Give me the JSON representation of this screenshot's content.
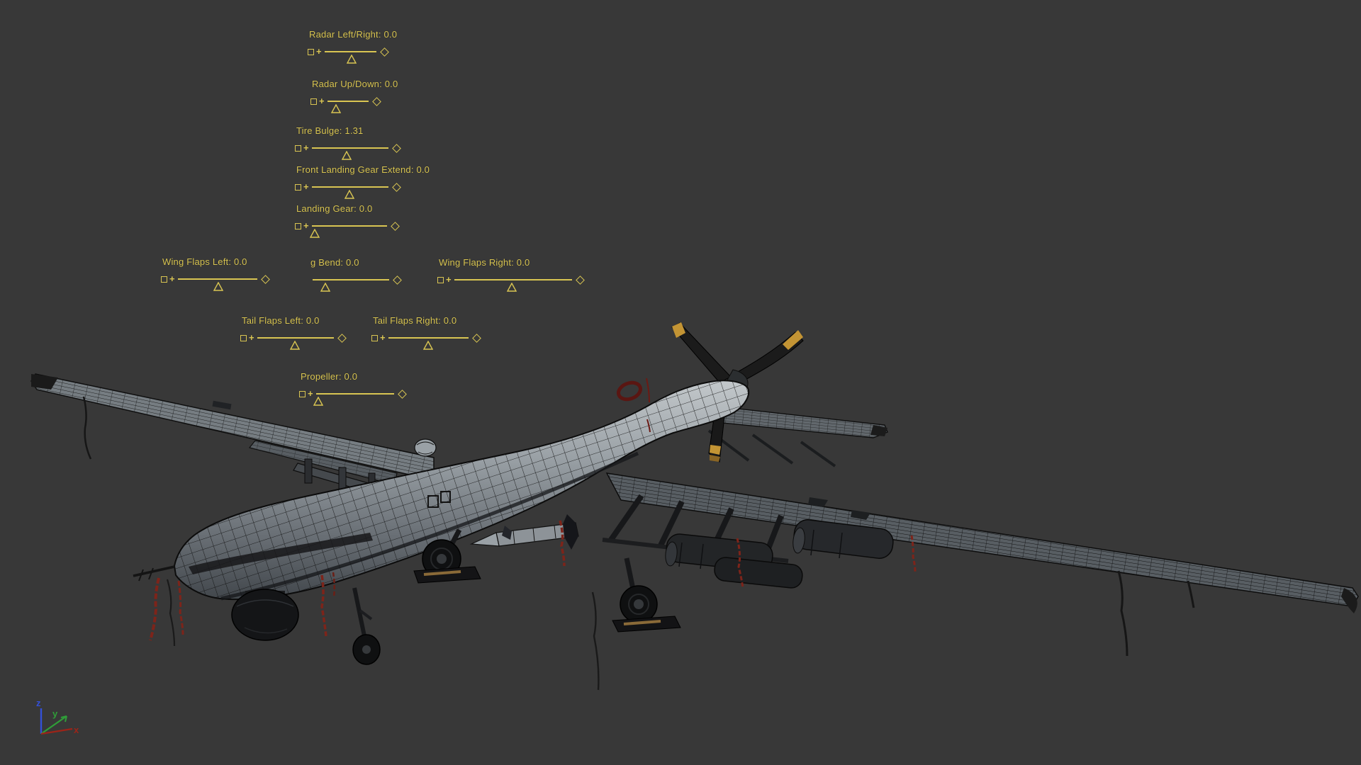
{
  "scene": {
    "background_color": "#383838",
    "control_color": "#d9c552",
    "sliders": [
      {
        "id": "radar-left-right",
        "label": "Radar Left/Right",
        "value": "0.0",
        "display": "Radar Left/Right: 0.0",
        "thumb_fraction": 0.53
      },
      {
        "id": "radar-up-down",
        "label": "Radar Up/Down",
        "value": "0.0",
        "display": "Radar Up/Down: 0.0",
        "thumb_fraction": 0.21
      },
      {
        "id": "tire-bulge",
        "label": "Tire Bulge",
        "value": "1.31",
        "display": "Tire Bulge: 1.31",
        "thumb_fraction": 0.46
      },
      {
        "id": "front-landing-gear-extend",
        "label": "Front Landing Gear Extend",
        "value": "0.0",
        "display": "Front Landing Gear Extend: 0.0",
        "thumb_fraction": 0.49
      },
      {
        "id": "landing-gear",
        "label": "Landing Gear",
        "value": "0.0",
        "display": "Landing Gear: 0.0",
        "thumb_fraction": 0.04
      },
      {
        "id": "wing-flaps-left",
        "label": "Wing Flaps Left",
        "value": "0.0",
        "display": "Wing Flaps Left: 0.0",
        "thumb_fraction": 0.51
      },
      {
        "id": "wing-bend",
        "label": "g Bend",
        "value": "0.0",
        "display": "g Bend: 0.0",
        "thumb_fraction": 0.17
      },
      {
        "id": "wing-flaps-right",
        "label": "Wing Flaps Right",
        "value": "0.0",
        "display": "Wing Flaps Right: 0.0",
        "thumb_fraction": 0.49
      },
      {
        "id": "tail-flaps-left",
        "label": "Tail Flaps Left",
        "value": "0.0",
        "display": "Tail Flaps Left: 0.0",
        "thumb_fraction": 0.49
      },
      {
        "id": "tail-flaps-right",
        "label": "Tail Flaps Right",
        "value": "0.0",
        "display": "Tail Flaps Right: 0.0",
        "thumb_fraction": 0.5
      },
      {
        "id": "propeller",
        "label": "Propeller",
        "value": "0.0",
        "display": "Propeller: 0.0",
        "thumb_fraction": 0.03
      }
    ],
    "axis_gizmo": {
      "x_label": "x",
      "y_label": "y",
      "z_label": "z",
      "x_color": "#9c2418",
      "y_color": "#2f9e38",
      "z_color": "#3450d8"
    },
    "model": {
      "description": "wireframe UAV drone 3D model",
      "surface_color": "#9aa1a6",
      "wireframe_color": "#0e0e0e",
      "warning_ribbon_color": "#7d241a",
      "propeller_tip_color": "#c39434"
    }
  }
}
